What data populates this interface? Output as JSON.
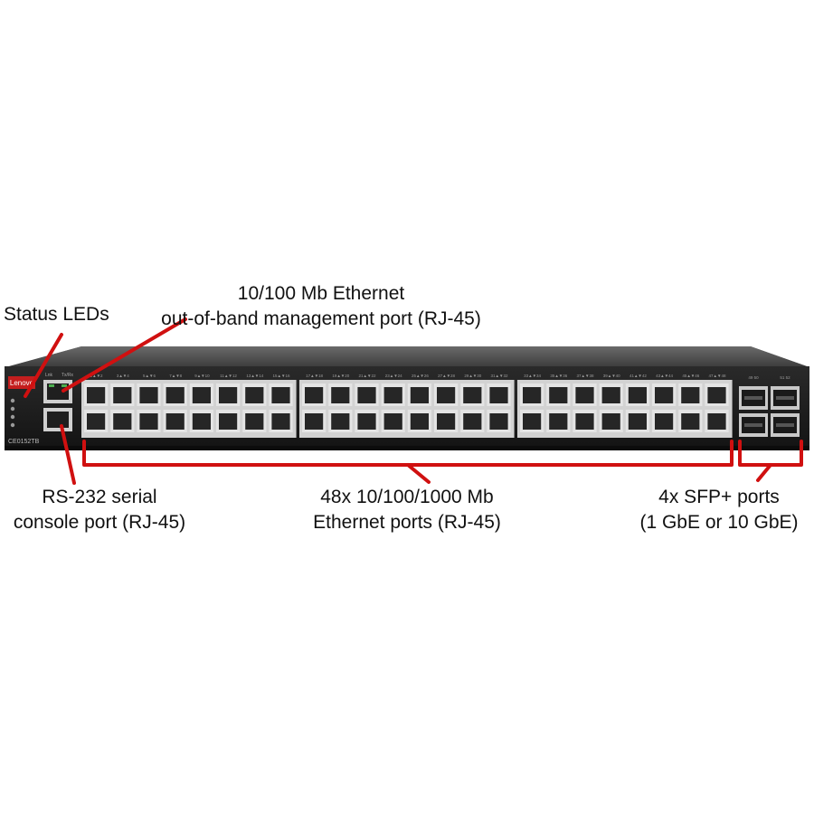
{
  "device": {
    "brand": "Lenovo",
    "model": "CE0152TB",
    "mgmt_labels": [
      "Lnk",
      "Tx/Rx"
    ],
    "rj45_port_count": 48,
    "sfp_port_count": 4,
    "port_group_labels": [
      "1",
      "2",
      "3",
      "4",
      "5",
      "6",
      "7",
      "8",
      "9",
      "10",
      "11",
      "12",
      "13",
      "14",
      "15",
      "16",
      "17",
      "18",
      "19",
      "20",
      "21",
      "22",
      "23",
      "24",
      "25",
      "26",
      "27",
      "28",
      "29",
      "30",
      "31",
      "32",
      "33",
      "34",
      "35",
      "36",
      "37",
      "38",
      "39",
      "40",
      "41",
      "42",
      "43",
      "44",
      "45",
      "46",
      "47",
      "48"
    ],
    "sfp_labels": [
      "49",
      "50",
      "51",
      "52"
    ]
  },
  "callouts": {
    "status_leds": "Status LEDs",
    "mgmt_port": [
      "10/100 Mb Ethernet",
      "out-of-band management port (RJ-45)"
    ],
    "console_port": [
      "RS-232 serial",
      "console port (RJ-45)"
    ],
    "ethernet_ports": [
      "48x 10/100/1000 Mb",
      "Ethernet ports (RJ-45)"
    ],
    "sfp_ports": [
      "4x SFP+ ports",
      "(1 GbE or 10 GbE)"
    ]
  },
  "colors": {
    "annotation": "#d01010",
    "chassis": "#1e1e1e",
    "lid": "#5a5a5a",
    "port_frame": "#cfcfcf",
    "port_hole": "#2a2a2a"
  }
}
